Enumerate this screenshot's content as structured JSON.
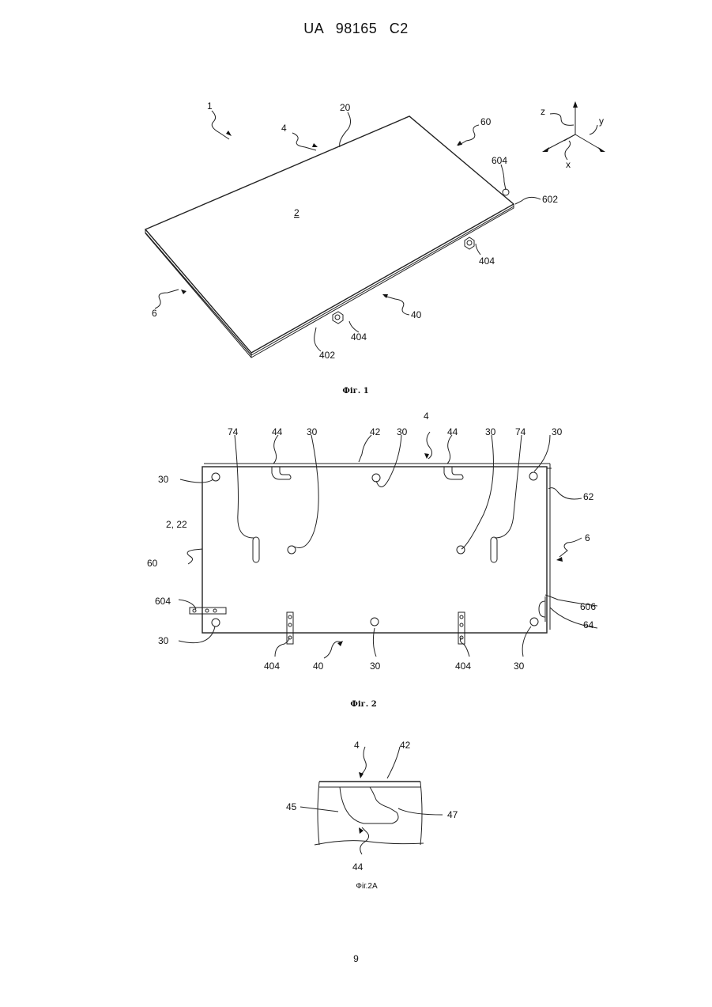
{
  "header": {
    "doc_id": "UA   98165   C2"
  },
  "fig1": {
    "caption": "Фіг. 1",
    "labels": {
      "l1": "1",
      "l20": "20",
      "l4": "4",
      "l60": "60",
      "l604": "604",
      "l602": "602",
      "l2": "2",
      "l404a": "404",
      "l404b": "404",
      "l6": "6",
      "l40": "40",
      "l402": "402",
      "ax_z": "z",
      "ax_y": "y",
      "ax_x": "x"
    }
  },
  "fig2": {
    "caption": "Фіг. 2",
    "labels": {
      "t74a": "74",
      "t44a": "44",
      "t30a": "30",
      "t42": "42",
      "t30b": "30",
      "t4": "4",
      "t44b": "44",
      "t30c": "30",
      "t74b": "74",
      "t30d": "30",
      "l30": "30",
      "l222": "2, 22",
      "l60": "60",
      "l604": "604",
      "l30b": "30",
      "r62": "62",
      "r6": "6",
      "r606": "606",
      "r64": "64",
      "b404a": "404",
      "b40": "40",
      "b30a": "30",
      "b404b": "404",
      "b30b": "30"
    }
  },
  "fig2a": {
    "caption": "Фіг.2А",
    "labels": {
      "l4": "4",
      "l42": "42",
      "l45": "45",
      "l47": "47",
      "l44": "44"
    }
  },
  "footer": {
    "page_number": "9"
  }
}
